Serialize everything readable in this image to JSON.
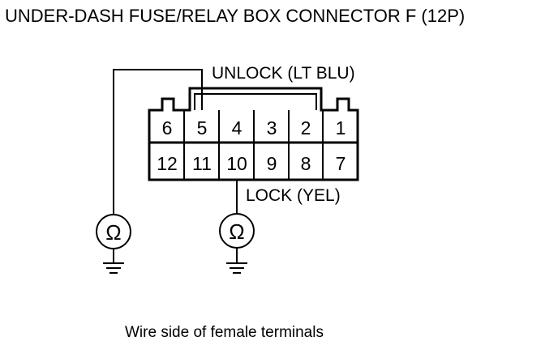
{
  "title": "UNDER-DASH FUSE/RELAY BOX CONNECTOR F (12P)",
  "connector": {
    "top_row": [
      "6",
      "5",
      "4",
      "3",
      "2",
      "1"
    ],
    "bottom_row": [
      "12",
      "11",
      "10",
      "9",
      "8",
      "7"
    ]
  },
  "wires": {
    "unlock_label": "UNLOCK (LT BLU)",
    "lock_label": "LOCK (YEL)"
  },
  "meters": {
    "symbol": "Ω"
  },
  "caption": "Wire side of female terminals",
  "colors": {
    "line": "#000000",
    "background": "#ffffff"
  }
}
